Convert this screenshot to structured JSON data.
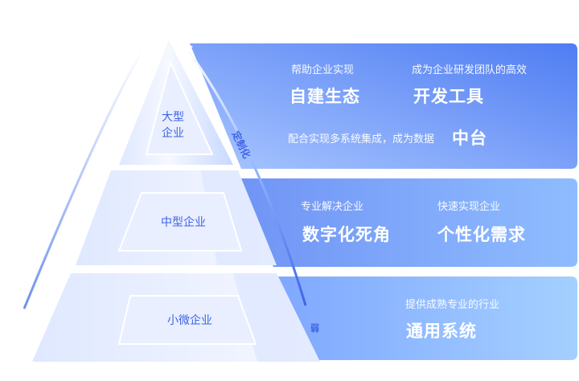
{
  "tiers": {
    "large": {
      "label": "大型\n企业",
      "top_left_caption": "帮助企业实现",
      "top_left_title": "自建生态",
      "top_right_caption": "成为企业研发团队的高效",
      "top_right_title": "开发工具",
      "bottom_caption": "配合实现多系统集成，成为数据",
      "bottom_title": "中台"
    },
    "medium": {
      "label": "中型企业",
      "left_caption": "专业解决企业",
      "left_title": "数字化死角",
      "right_caption": "快速实现企业",
      "right_title": "个性化需求"
    },
    "small": {
      "label": "小微企业",
      "caption": "提供成熟专业的行业",
      "title": "通用系统"
    }
  },
  "axis": {
    "top_label": "定制化",
    "bottom_label": "弱"
  },
  "colors": {
    "band_dark": "#5b86f4",
    "band_light": "#9cc8ff",
    "pyramid_face": "#eef3ff",
    "label_blue": "#3d63e6"
  }
}
